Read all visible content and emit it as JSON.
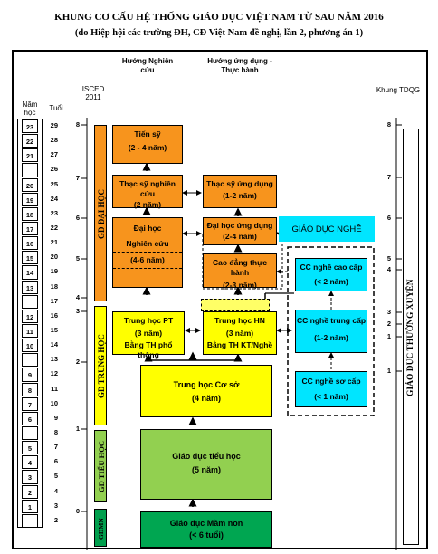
{
  "title": {
    "line1": "KHUNG CƠ CẤU HỆ THỐNG GIÁO DỤC VIỆT NAM TỪ SAU NĂM 2016",
    "line2": "(do Hiệp hội các trường ĐH, CĐ Việt Nam đề nghị, lần 2, phương án 1)"
  },
  "headers": {
    "research": "Hướng Nghiên cứu",
    "applied": "Hướng ứng dụng - Thực hành",
    "isced": "ISCED 2011",
    "tdqg": "Khung TDQG",
    "nam_hoc": "Năm học",
    "tuoi": "Tuổi"
  },
  "columns": {
    "years": [
      "23",
      "22",
      "21",
      "",
      "20",
      "19",
      "18",
      "17",
      "16",
      "15",
      "14",
      "13",
      "",
      "12",
      "11",
      "10",
      "",
      "9",
      "8",
      "7",
      "6",
      "",
      "5",
      "4",
      "3",
      "2",
      "1",
      ""
    ],
    "ages": [
      "29",
      "28",
      "27",
      "26",
      "25",
      "24",
      "23",
      "22",
      "21",
      "20",
      "19",
      "18",
      "17",
      "16",
      "15",
      "14",
      "13",
      "12",
      "11",
      "10",
      "9",
      "8",
      "7",
      "6",
      "5",
      "4",
      "3",
      "2"
    ],
    "isced_marks": [
      "8",
      "7",
      "6",
      "5",
      "4",
      "3",
      "2",
      "1",
      "0"
    ],
    "tdqg_marks": [
      "8",
      "7",
      "6",
      "5",
      "4",
      "3",
      "2",
      "1",
      "1"
    ]
  },
  "stages": {
    "university": "GD ĐẠI HỌC",
    "secondary": "GD TRUNG HỌC",
    "primary": "GD TIỂU HỌC",
    "preschool": "GDMN",
    "continuing": "GIÁO DỤC THƯỜNG XUYÊN"
  },
  "boxes": {
    "tien_si": {
      "name": "Tiến sỹ",
      "dur": "(2 - 4 năm)"
    },
    "thac_si_nc": {
      "name": "Thạc sỹ nghiên cứu",
      "dur": "(2 năm)"
    },
    "thac_si_ud": {
      "name": "Thạc sỹ ứng dụng",
      "dur": "(1-2 năm)"
    },
    "dai_hoc": {
      "name": "Đại học",
      "sub": "Nghiên cứu",
      "dur": "(4-6 năm)"
    },
    "dh_ud": {
      "name": "Đại học ứng dụng",
      "dur": "(2-4 năm)"
    },
    "cd_th": {
      "name": "Cao đẳng thực hành",
      "dur": "(2-3 năm)"
    },
    "giao_duc_nghe": "GIÁO DỤC NGHỀ",
    "cc_cao_cap": {
      "name": "CC nghề cao cấp",
      "dur": "(< 2 năm)"
    },
    "thpt": {
      "name": "Trung học PT",
      "dur": "(3 năm)",
      "cert": "Bằng TH phổ thông"
    },
    "th_hn": {
      "name": "Trung học HN",
      "dur": "(3 năm)",
      "cert": "Bằng TH KT/Nghề"
    },
    "cc_trung_cap": {
      "name": "CC nghề trung cấp",
      "dur": "(1-2 năm)"
    },
    "thcs": {
      "name": "Trung học Cơ sở",
      "dur": "(4 năm)"
    },
    "cc_so_cap": {
      "name": "CC nghề sơ cấp",
      "dur": "(< 1 năm)"
    },
    "tieu_hoc": {
      "name": "Giáo dục tiểu học",
      "dur": "(5 năm)"
    },
    "mam_non": {
      "name": "Giáo dục Mầm non",
      "dur": "(< 6 tuổi)"
    }
  },
  "colors": {
    "orange": "#f7941d",
    "yellow": "#ffff00",
    "cyan": "#00e5ff",
    "light_green": "#92d050",
    "green": "#00a651",
    "dark_green": "#009f4d",
    "pale_yellow": "#ffff66"
  }
}
